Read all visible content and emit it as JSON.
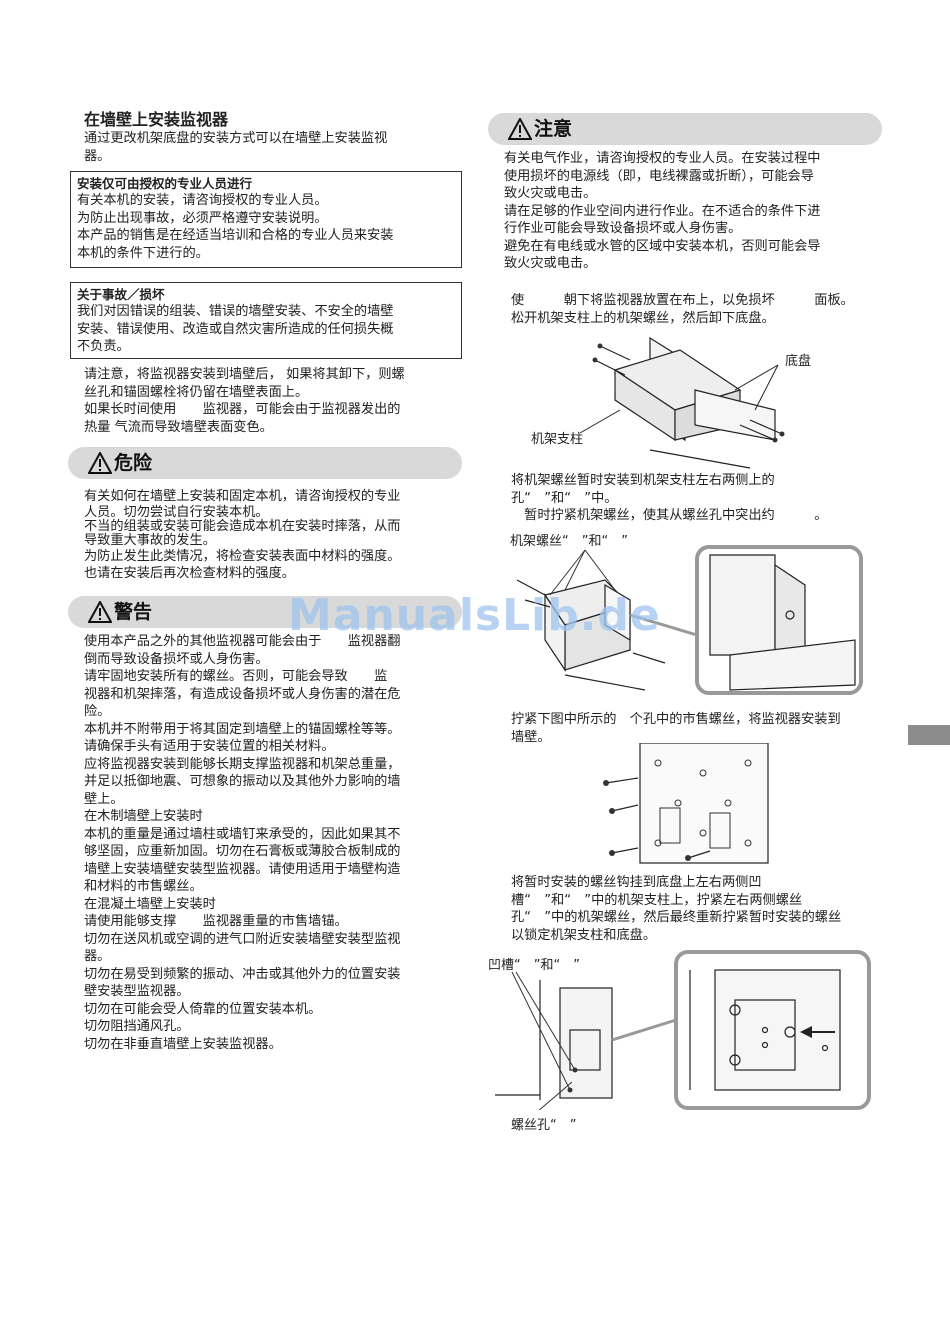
{
  "left": {
    "title": "在墙壁上安装监视器",
    "intro": [
      "通过更改机架底盘的安装方式可以在墙壁上安装监视",
      "器。"
    ],
    "box1": {
      "title": "安装仅可由授权的专业人员进行",
      "lines": [
        "有关本机的安装，请咨询授权的专业人员。",
        "为防止出现事故，必须严格遵守安装说明。",
        "本产品的销售是在经适当培训和合格的专业人员来安装",
        "本机的条件下进行的。"
      ]
    },
    "box2": {
      "title": "关于事故／损坏",
      "lines": [
        "我们对因错误的组装、错误的墙壁安装、不安全的墙壁",
        "安装、错误使用、改造或自然灾害所造成的任何损失概",
        "不负责。"
      ]
    },
    "notes": [
      "请注意，将监视器安装到墙壁后， 如果将其卸下，则螺",
      "丝孔和锚固螺栓将仍留在墙壁表面上。",
      "如果长时间使用　　监视器，可能会由于监视器发出的",
      "热量 气流而导致墙壁表面变色。"
    ],
    "danger": {
      "label": "危险",
      "lines": [
        "有关如何在墙壁上安装和固定本机，请咨询授权的专业",
        "人员。切勿尝试自行安装本机。",
        "不当的组装或安装可能会造成本机在安装时摔落，从而",
        "导致重大事故的发生。",
        "为防止发生此类情况，将检查安装表面中材料的强度。",
        "也请在安装后再次检查材料的强度。"
      ]
    },
    "warning": {
      "label": "警告",
      "lines": [
        "使用本产品之外的其他监视器可能会由于　　监视器翻",
        "倒而导致设备损坏或人身伤害。",
        "请牢固地安装所有的螺丝。否则，可能会导致　　监",
        "视器和机架摔落，有造成设备损坏或人身伤害的潜在危",
        "险。",
        "本机并不附带用于将其固定到墙壁上的锚固螺栓等等。",
        "请确保手头有适用于安装位置的相关材料。",
        "应将监视器安装到能够长期支撑监视器和机架总重量，",
        "并足以抵御地震、可想象的振动以及其他外力影响的墙",
        "壁上。",
        "在木制墙壁上安装时",
        "本机的重量是通过墙柱或墙钉来承受的，因此如果其不",
        "够坚固，应重新加固。切勿在石膏板或薄胶合板制成的",
        "墙壁上安装墙壁安装型监视器。请使用适用于墙壁构造",
        "和材料的市售螺丝。",
        "在混凝土墙壁上安装时",
        "请使用能够支撑　　监视器重量的市售墙锚。",
        "切勿在送风机或空调的进气口附近安装墙壁安装型监视",
        "器。",
        "切勿在易受到频繁的振动、冲击或其他外力的位置安装",
        "壁安装型监视器。",
        "切勿在可能会受人倚靠的位置安装本机。",
        "切勿阻挡通风孔。",
        "切勿在非垂直墙壁上安装监视器。"
      ]
    }
  },
  "right": {
    "caution": {
      "label": "注意",
      "lines": [
        "有关电气作业，请咨询授权的专业人员。在安装过程中",
        "使用损坏的电源线（即，电线裸露或折断），可能会导",
        "致火灾或电击。",
        "请在足够的作业空间内进行作业。在不适合的条件下进",
        "行作业可能会导致设备损坏或人身伤害。",
        "避免在有电线或水管的区域中安装本机，否则可能会导",
        "致火灾或电击。"
      ]
    },
    "step1": [
      "使　　　朝下将监视器放置在布上，以免损坏　　　面板。",
      "松开机架支柱上的机架螺丝，然后卸下底盘。"
    ],
    "fig1_labels": {
      "chassis": "底盘",
      "stand": "机架支柱"
    },
    "step2": [
      "将机架螺丝暂时安装到机架支柱左右两侧上的",
      "孔“　”和“　”中。",
      "　暂时拧紧机架螺丝，使其从螺丝孔中突出约　　　。"
    ],
    "fig2_label": "机架螺丝“　”和“　”",
    "step3": [
      "拧紧下图中所示的　个孔中的市售螺丝，将监视器安装到",
      "墙壁。"
    ],
    "step4": [
      "将暂时安装的螺丝钩挂到底盘上左右两侧凹",
      "槽“　”和“　”中的机架支柱上，拧紧左右两侧螺丝",
      "孔“　”中的机架螺丝，然后最终重新拧紧暂时安装的螺丝",
      "以锁定机架支柱和底盘。"
    ],
    "fig4_labels": {
      "groove": "凹槽“　”和“　”",
      "hole": "螺丝孔“　”"
    }
  },
  "watermark": "ManualsLib.de"
}
